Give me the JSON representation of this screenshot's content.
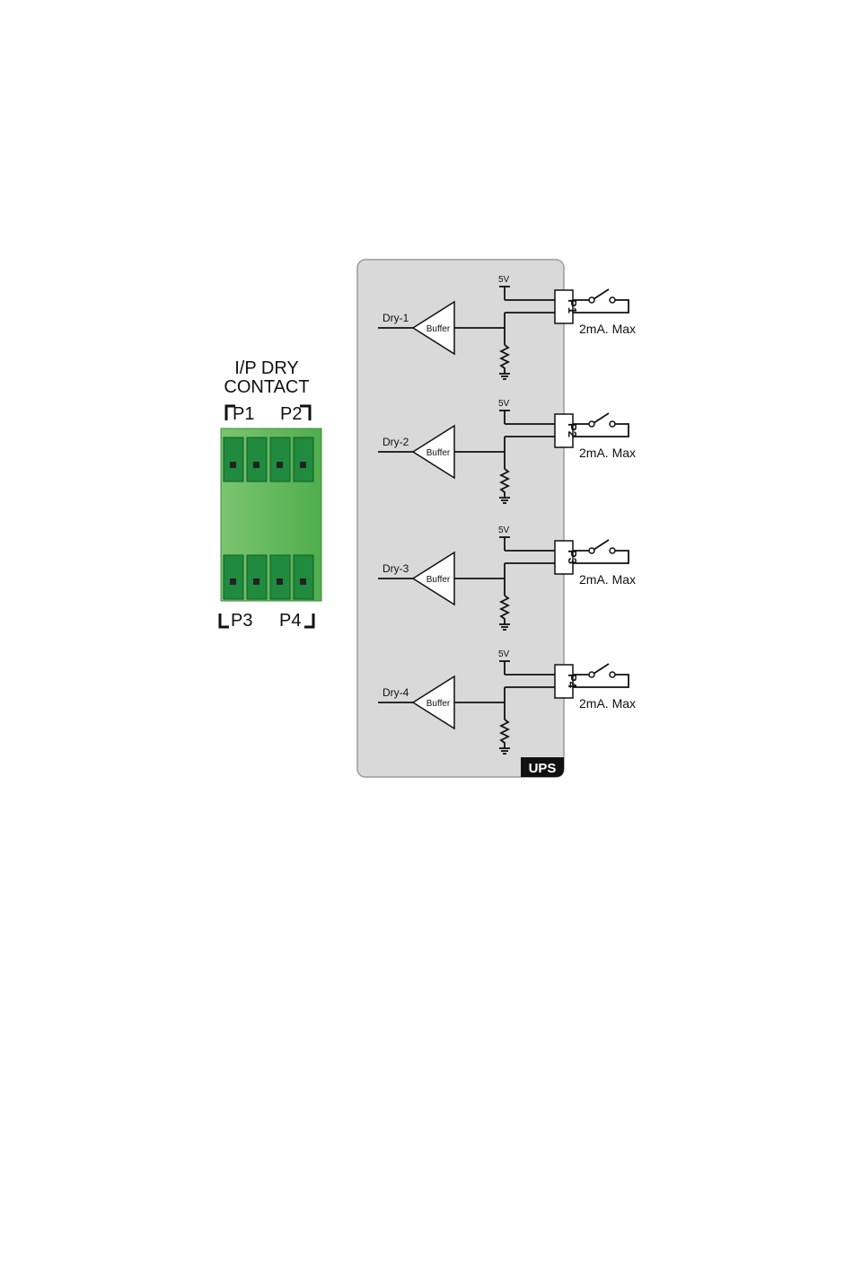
{
  "connector": {
    "title_line1": "I/P DRY",
    "title_line2": "CONTACT",
    "top_left": "P1",
    "top_right": "P2",
    "bottom_left": "P3",
    "bottom_right": "P4",
    "body_color": "#5fb55c",
    "pin_color": "#1f8a3c"
  },
  "ups": {
    "badge": "UPS",
    "panel_color": "#d8d8d8",
    "channels": [
      {
        "input_label": "Dry-1",
        "buffer_label": "Buffer",
        "supply_label": "5V",
        "port_label": "P1",
        "rating_label": "2mA. Max"
      },
      {
        "input_label": "Dry-2",
        "buffer_label": "Buffer",
        "supply_label": "5V",
        "port_label": "P2",
        "rating_label": "2mA. Max"
      },
      {
        "input_label": "Dry-3",
        "buffer_label": "Buffer",
        "supply_label": "5V",
        "port_label": "P3",
        "rating_label": "2mA. Max"
      },
      {
        "input_label": "Dry-4",
        "buffer_label": "Buffer",
        "supply_label": "5V",
        "port_label": "P4",
        "rating_label": "2mA. Max"
      }
    ]
  }
}
